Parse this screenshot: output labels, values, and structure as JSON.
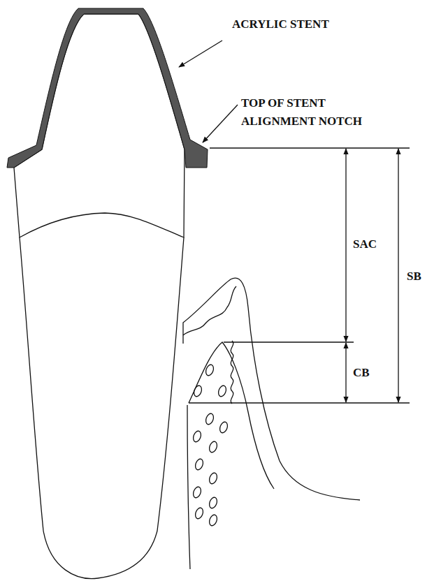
{
  "diagram": {
    "labels": [
      "ACRYLIC STENT",
      "TOP OF STENT ALIGNMENT NOTCH",
      "SAC",
      "CB",
      "SB"
    ]
  }
}
